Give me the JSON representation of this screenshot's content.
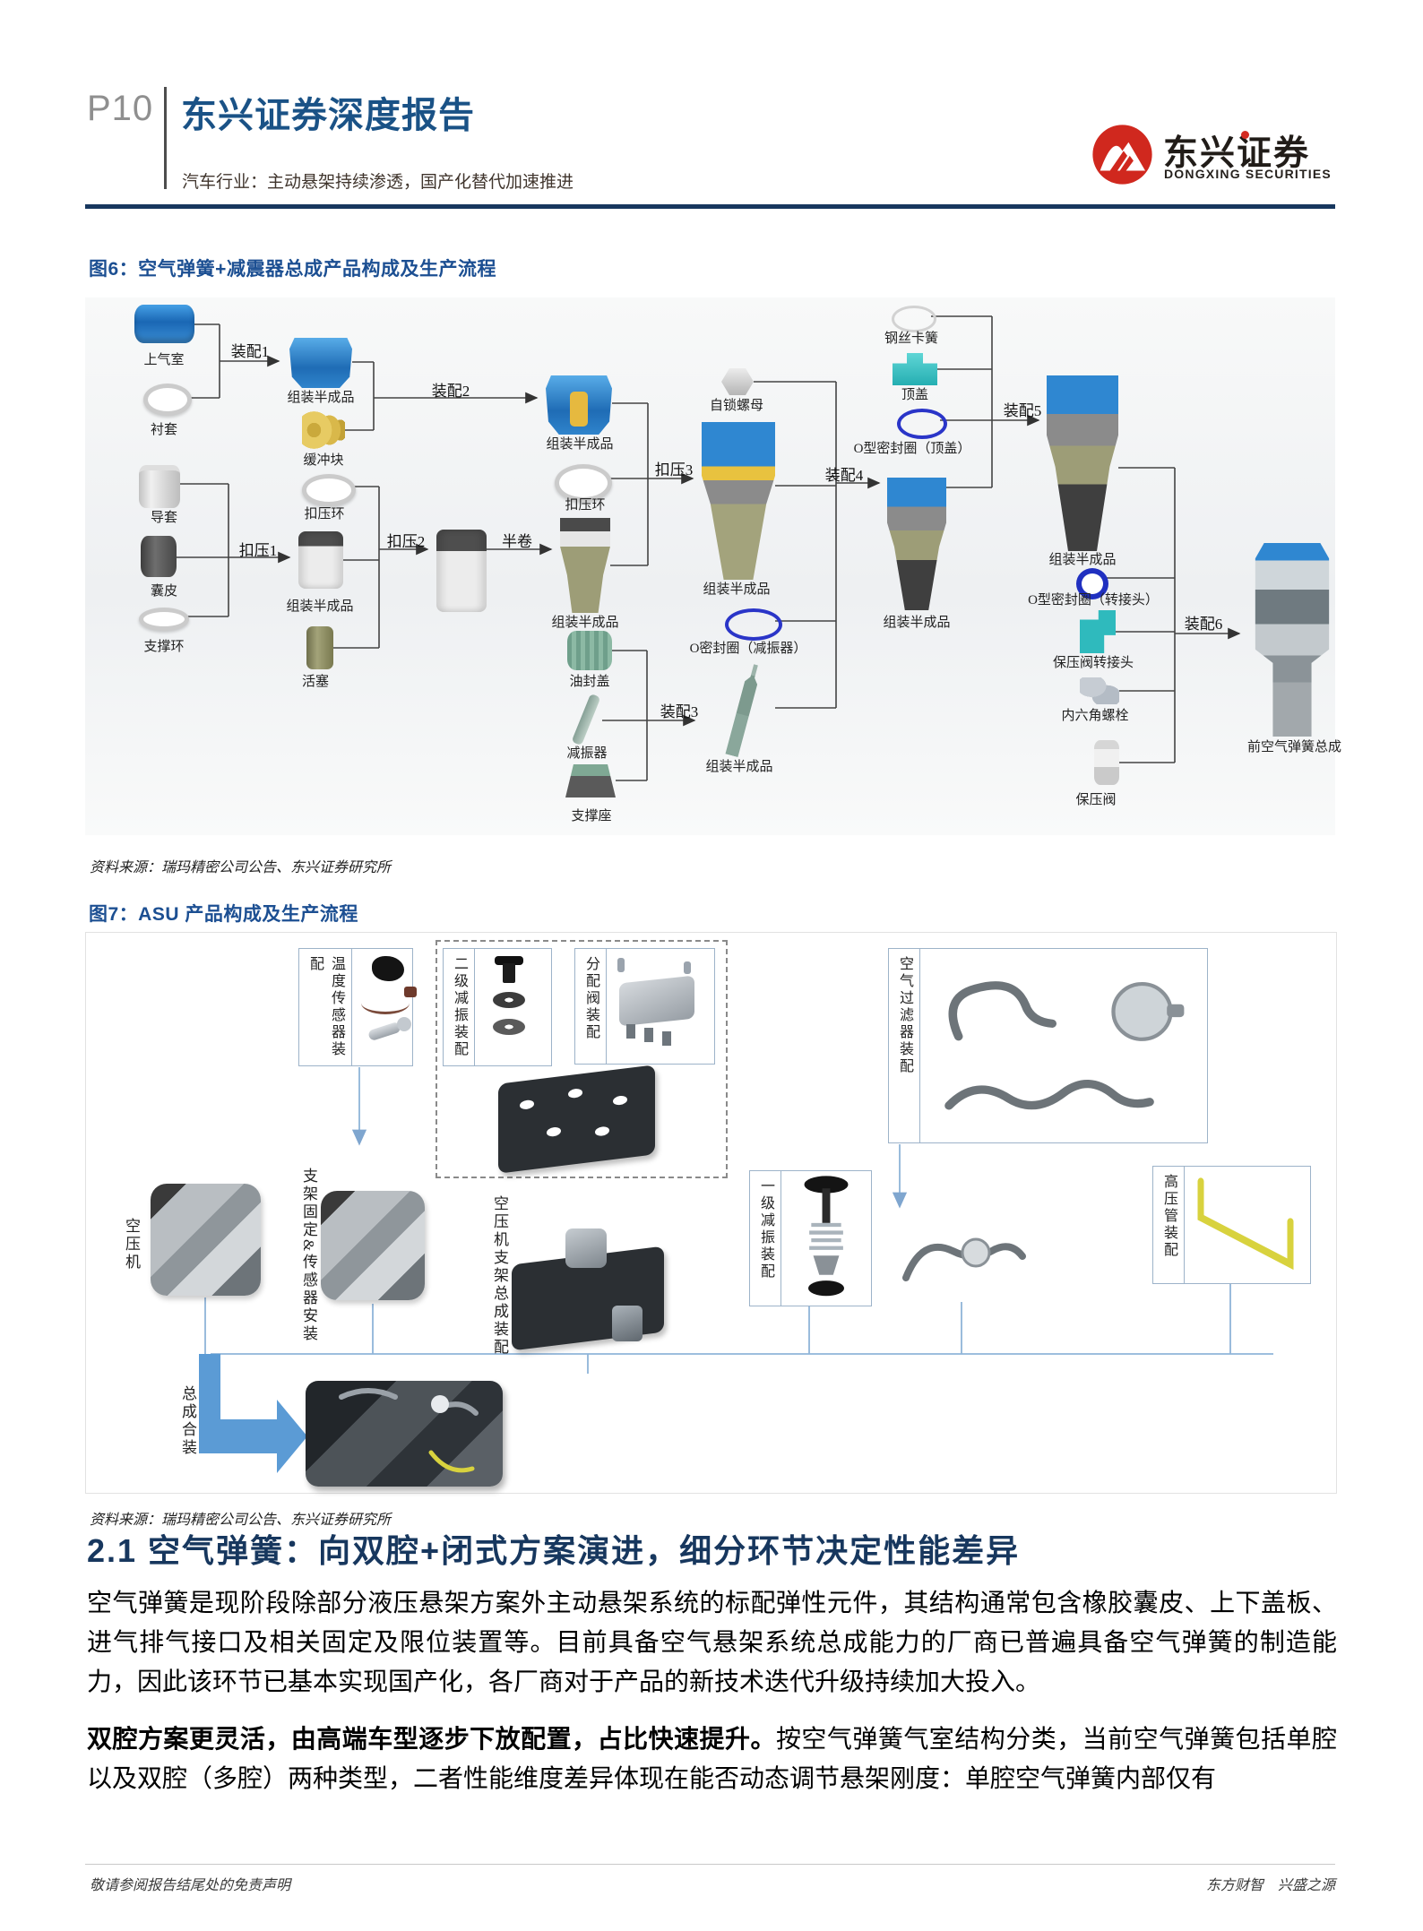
{
  "header": {
    "page_no": "P10",
    "report_type": "东兴证券深度报告",
    "report_subtitle": "汽车行业：主动悬架持续渗透，国产化替代加速推进",
    "logo_cn": "东兴证券",
    "logo_en": "DONGXING SECURITIES",
    "brand_red": "#d0281e",
    "navy": "#17375e"
  },
  "figure6": {
    "title": "图6：空气弹簧+减震器总成产品构成及生产流程",
    "source": "资料来源：瑞玛精密公司公告、东兴证券研究所",
    "parts": [
      {
        "id": "upper-air-chamber",
        "label": "上气室"
      },
      {
        "id": "bushing",
        "label": "衬套"
      },
      {
        "id": "guide-sleeve",
        "label": "导套"
      },
      {
        "id": "rubber-bladder",
        "label": "囊皮"
      },
      {
        "id": "support-ring",
        "label": "支撑环"
      },
      {
        "id": "subassembly-1",
        "label": "组装半成品"
      },
      {
        "id": "buffer-block",
        "label": "缓冲块"
      },
      {
        "id": "crimp-ring-1",
        "label": "扣压环"
      },
      {
        "id": "subassembly-2",
        "label": "组装半成品"
      },
      {
        "id": "piston",
        "label": "活塞"
      },
      {
        "id": "subassembly-3",
        "label": "组装半成品"
      },
      {
        "id": "crimp-ring-2",
        "label": "扣压环"
      },
      {
        "id": "subassembly-4",
        "label": "组装半成品"
      },
      {
        "id": "self-locking-nut",
        "label": "自锁螺母"
      },
      {
        "id": "subassembly-5",
        "label": "组装半成品"
      },
      {
        "id": "o-ring-damper",
        "label": "O密封圈（减振器）"
      },
      {
        "id": "oil-seal-cap",
        "label": "油封盖"
      },
      {
        "id": "damper",
        "label": "减振器"
      },
      {
        "id": "support-seat",
        "label": "支撑座"
      },
      {
        "id": "subassembly-6",
        "label": "组装半成品"
      },
      {
        "id": "wire-circlip",
        "label": "钢丝卡簧"
      },
      {
        "id": "top-cover",
        "label": "顶盖"
      },
      {
        "id": "o-ring-top-cover",
        "label": "O型密封圈（顶盖）"
      },
      {
        "id": "subassembly-7",
        "label": "组装半成品"
      },
      {
        "id": "subassembly-8",
        "label": "组装半成品"
      },
      {
        "id": "o-ring-adapter",
        "label": "O型密封圈（转接头）"
      },
      {
        "id": "pressure-valve-adapter",
        "label": "保压阀转接头"
      },
      {
        "id": "hex-socket-bolt",
        "label": "内六角螺栓"
      },
      {
        "id": "pressure-valve",
        "label": "保压阀"
      },
      {
        "id": "front-air-spring-assembly",
        "label": "前空气弹簧总成"
      }
    ],
    "steps": [
      {
        "label": "装配1"
      },
      {
        "label": "扣压1"
      },
      {
        "label": "装配2"
      },
      {
        "label": "扣压2"
      },
      {
        "label": "半卷"
      },
      {
        "label": "扣压3"
      },
      {
        "label": "装配3"
      },
      {
        "label": "装配4"
      },
      {
        "label": "装配5"
      },
      {
        "label": "装配6"
      }
    ]
  },
  "figure7": {
    "title": "图7：ASU 产品构成及生产流程",
    "source": "资料来源：瑞玛精密公司公告、东兴证券研究所",
    "boxes": [
      {
        "label": "温度传感器装配"
      },
      {
        "label": "二级减振装配"
      },
      {
        "label": "分配阀装配"
      },
      {
        "label": "空气过滤器装配"
      },
      {
        "label": "一级减振装配"
      },
      {
        "label": "高压管装配"
      }
    ],
    "labels": [
      {
        "label": "空压机"
      },
      {
        "label": "支架固定&传感器安装"
      },
      {
        "label": "空压机支架总成装配"
      },
      {
        "label": "总成合装"
      }
    ]
  },
  "section": {
    "heading": "2.1 空气弹簧：向双腔+闭式方案演进，细分环节决定性能差异",
    "para1": "空气弹簧是现阶段除部分液压悬架方案外主动悬架系统的标配弹性元件，其结构通常包含橡胶囊皮、上下盖板、进气排气接口及相关固定及限位装置等。目前具备空气悬架系统总成能力的厂商已普遍具备空气弹簧的制造能力，因此该环节已基本实现国产化，各厂商对于产品的新技术迭代升级持续加大投入。",
    "para2_bold": "双腔方案更灵活，由高端车型逐步下放配置，占比快速提升。",
    "para2_rest": "按空气弹簧气室结构分类，当前空气弹簧包括单腔以及双腔（多腔）两种类型，二者性能维度差异体现在能否动态调节悬架刚度：单腔空气弹簧内部仅有"
  },
  "footer": {
    "left": "敬请参阅报告结尾处的免责声明",
    "right": "东方财智　兴盛之源"
  }
}
